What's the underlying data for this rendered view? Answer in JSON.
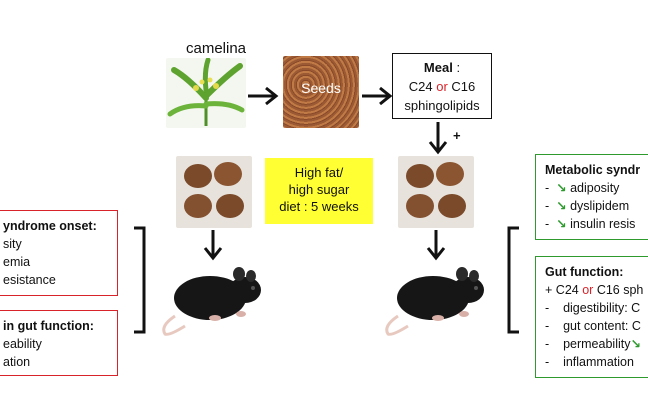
{
  "plant_label": "camelina",
  "seeds_label": "Seeds",
  "meal": {
    "title": "Meal",
    "colon": " :",
    "c24": "C24",
    "or": "or",
    "c16": "C16",
    "compound": "sphingolipids"
  },
  "plus_sign": "+",
  "diet": {
    "line1": "High fat/",
    "line2": "high sugar",
    "line3": "diet : 5 weeks"
  },
  "left_boxes": {
    "metabolic": {
      "title": "yndrome onset:",
      "items": [
        "sity",
        "emia",
        "esistance"
      ]
    },
    "gut": {
      "title": "in gut function:",
      "items": [
        "eability",
        "ation"
      ]
    }
  },
  "right_boxes": {
    "metabolic": {
      "title": "Metabolic syndr",
      "items": [
        "adiposity",
        "dyslipidem",
        "insulin resis"
      ]
    },
    "gut": {
      "title": "Gut function:",
      "prefix_plus": "+",
      "c24": "C24",
      "or": "or",
      "c16": "C16 sph",
      "items": [
        "digestibility: C",
        "gut content: C",
        "permeability",
        "inflammation"
      ]
    }
  },
  "bullet": "-",
  "colors": {
    "red": "#d9232a",
    "green": "#2e9a2e",
    "yellow": "#ffff33"
  }
}
